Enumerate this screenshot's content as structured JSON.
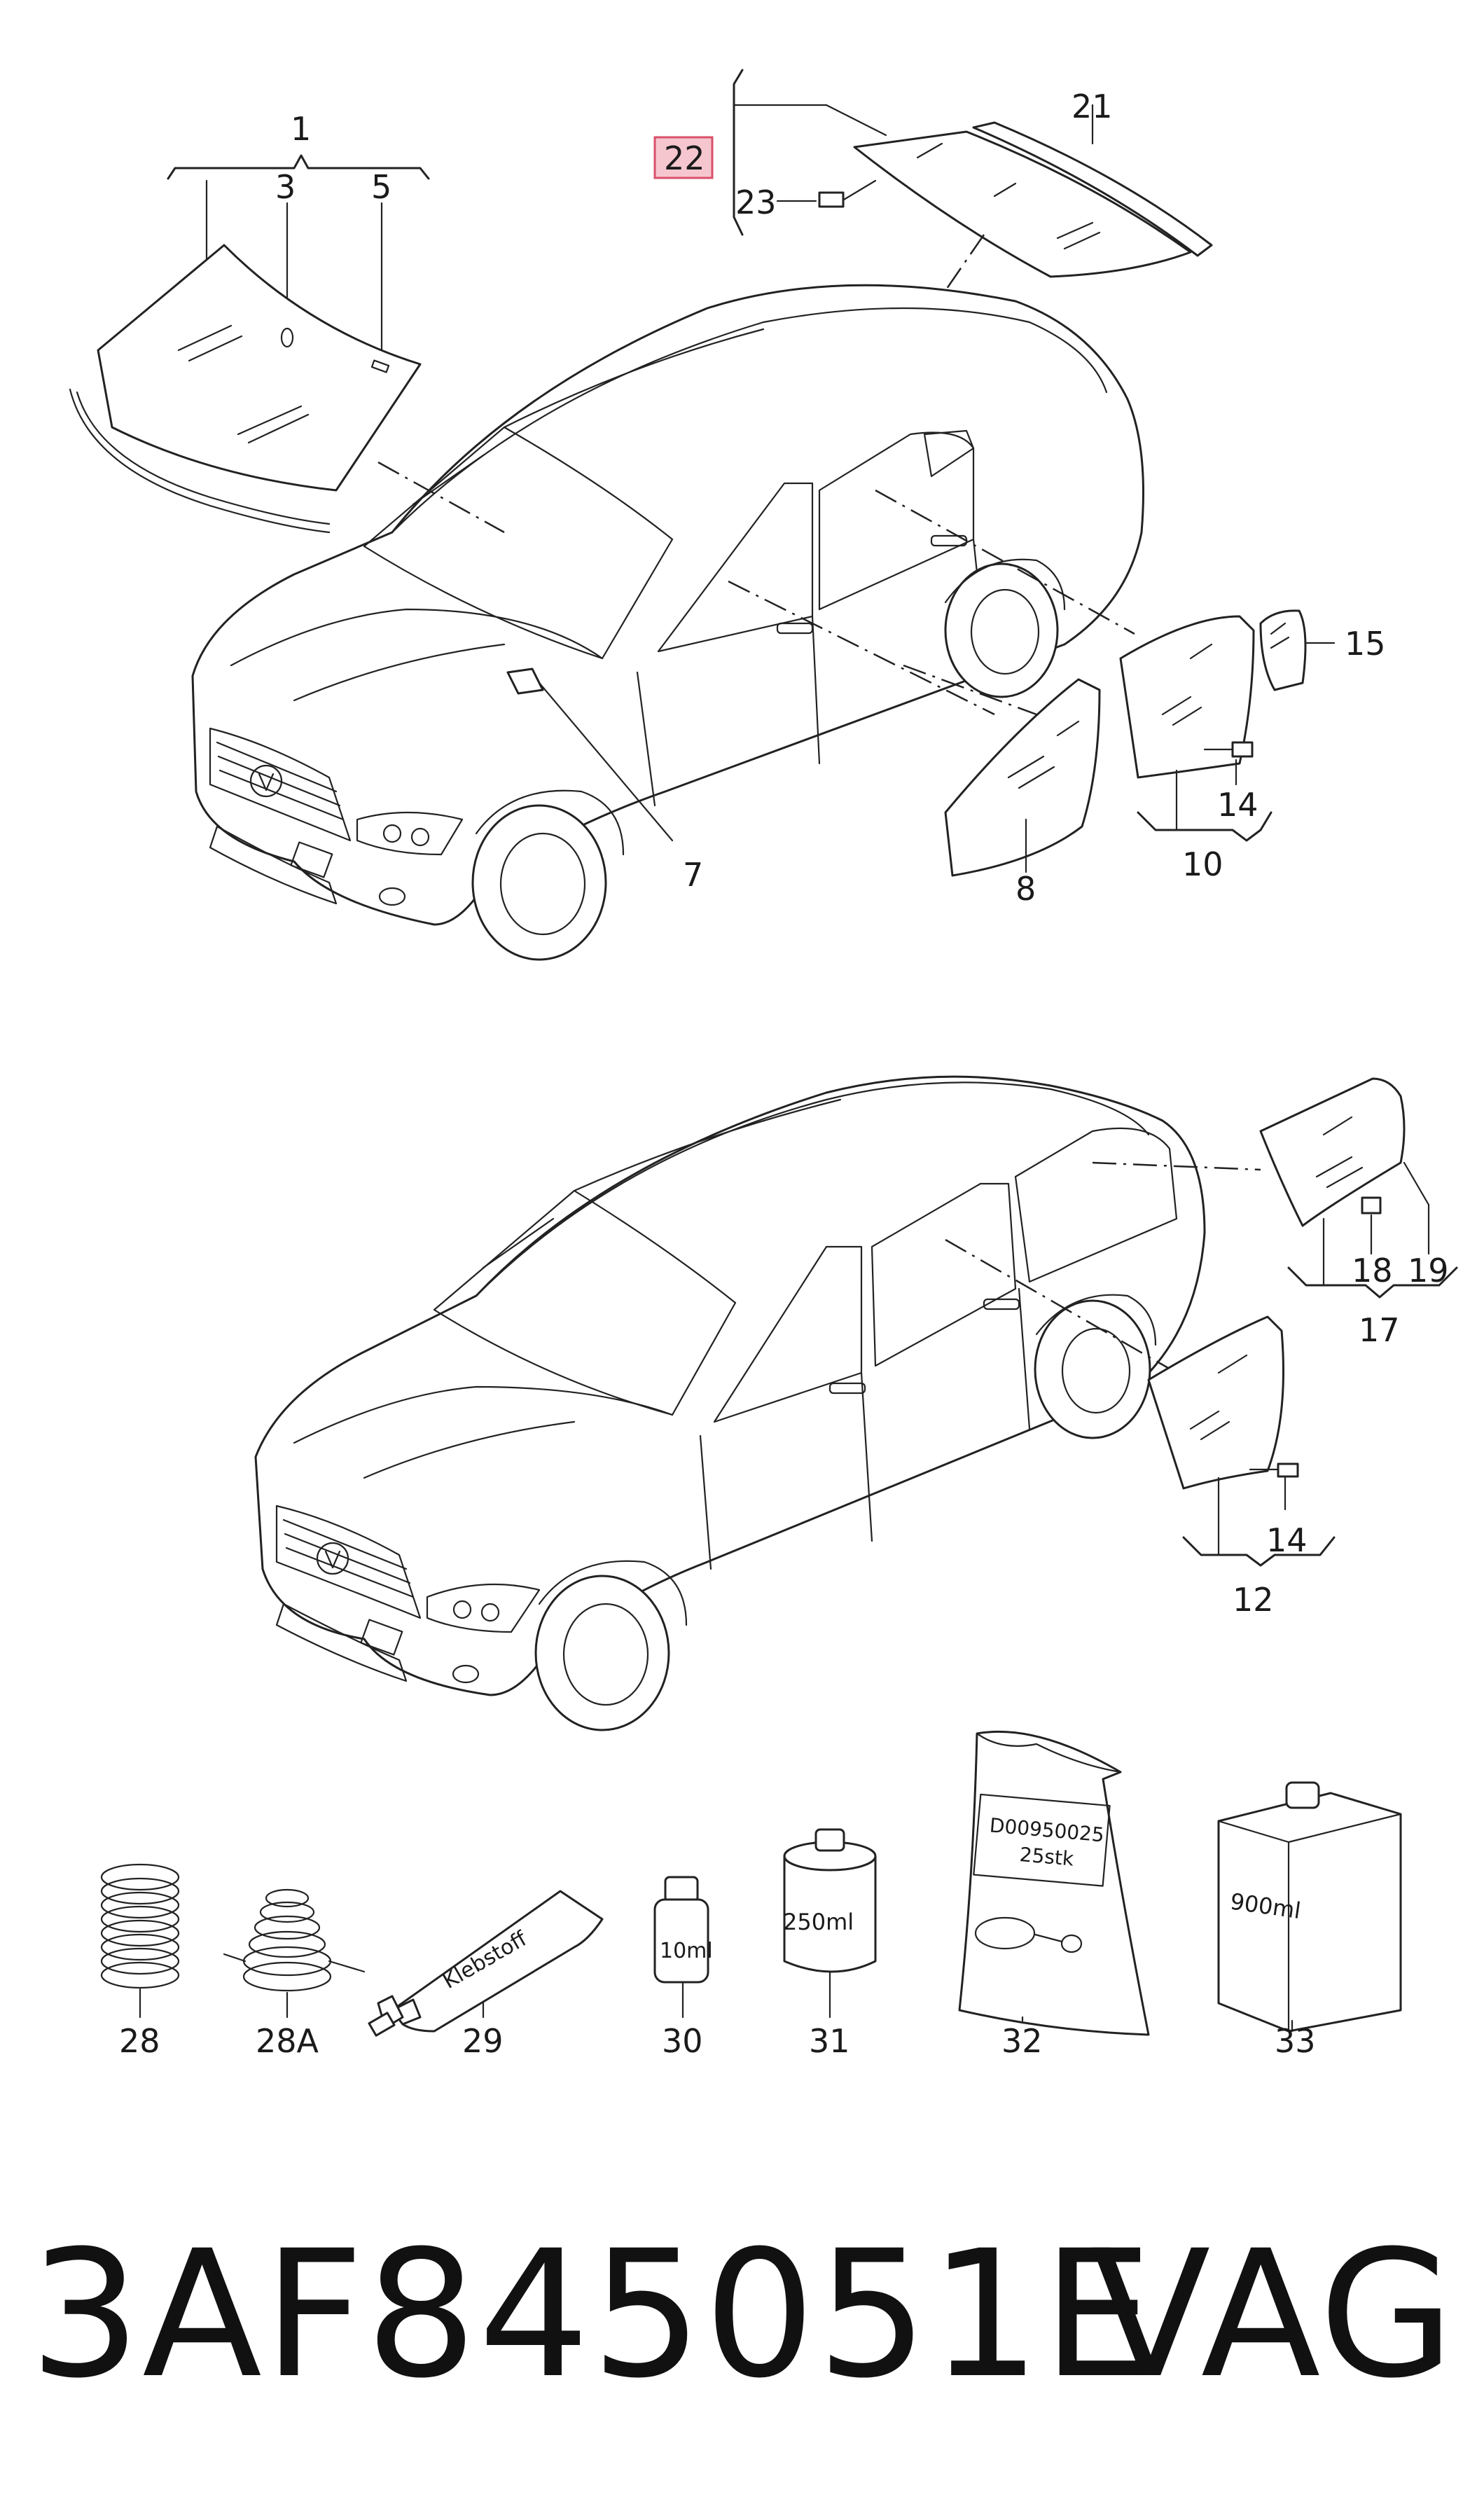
{
  "diagram": {
    "callouts": {
      "c1": "1",
      "c3": "3",
      "c5": "5",
      "c7": "7",
      "c8": "8",
      "c10": "10",
      "c12": "12",
      "c14a": "14",
      "c14b": "14",
      "c15": "15",
      "c17": "17",
      "c18": "18",
      "c19": "19",
      "c21": "21",
      "c22": "22",
      "c23": "23",
      "c28": "28",
      "c28a": "28A",
      "c29": "29",
      "c30": "30",
      "c31": "31",
      "c32": "32",
      "c33": "33"
    },
    "container_labels": {
      "tube": "Klebstoff",
      "bottle_small": "10ml",
      "can": "250ml",
      "bag_code": "D00950025",
      "bag_qty": "25stk",
      "canister": "900ml"
    },
    "highlighted_callout": "22",
    "highlight_color": "#f6c6cf"
  },
  "footer": {
    "part_number": "3AF845051E",
    "brand": "VAG"
  }
}
